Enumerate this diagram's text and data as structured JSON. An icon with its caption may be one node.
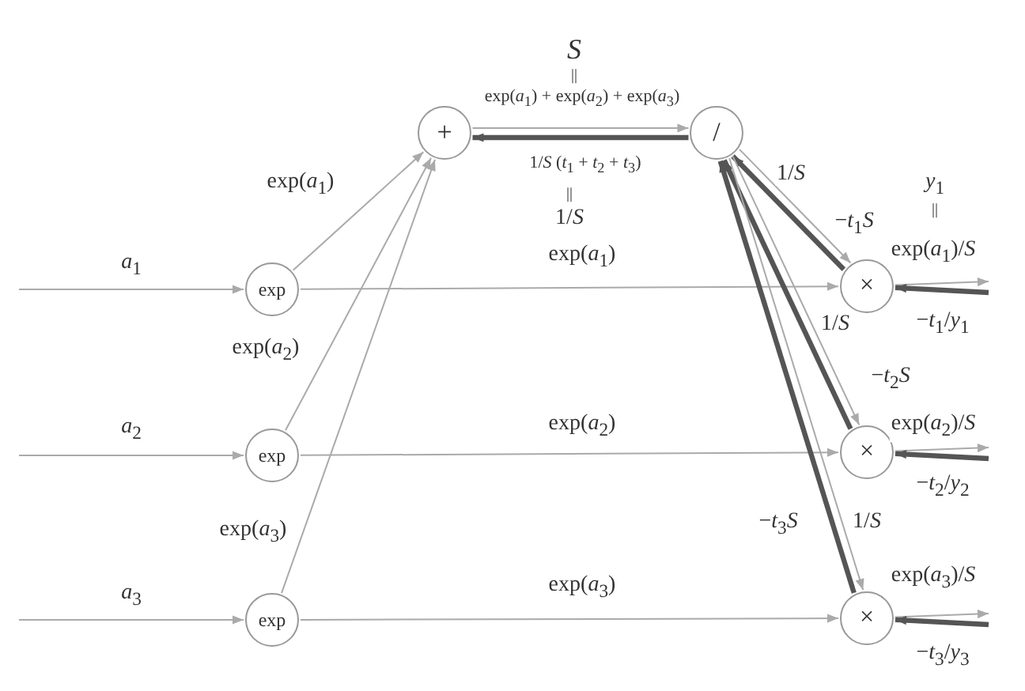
{
  "diagram": {
    "nodes": [
      {
        "text": [
          "exp"
        ]
      },
      {
        "text": [
          "exp"
        ]
      },
      {
        "text": [
          "exp"
        ]
      },
      {
        "text": [
          "+"
        ]
      },
      {
        "text": [
          "/"
        ]
      },
      {
        "text": [
          "×"
        ]
      },
      {
        "text": [
          "×"
        ]
      },
      {
        "text": [
          "×"
        ]
      }
    ],
    "edges": [
      {
        "from": null,
        "to": 0,
        "arrow": "to",
        "label": "*a*$_{1}$"
      },
      {
        "from": null,
        "to": 1,
        "arrow": "to",
        "label": "*a*$_{2}$"
      },
      {
        "from": null,
        "to": 2,
        "arrow": "to",
        "label": "*a*$_{3}$"
      },
      {
        "from": 0,
        "to": 3,
        "arrow": "to",
        "label": "exp(*a*$_{1}$)"
      },
      {
        "from": 1,
        "to": 3,
        "arrow": "to",
        "label": "exp(*a*$_{2}$)"
      },
      {
        "from": 2,
        "to": 3,
        "arrow": "to",
        "label": "exp(*a*$_{3}$)"
      },
      {
        "from": 0,
        "to": 5,
        "arrow": "to",
        "label": "exp(*a*$_{1}$)"
      },
      {
        "from": 1,
        "to": 6,
        "arrow": "to",
        "label": "exp(*a*$_{2}$)"
      },
      {
        "from": 2,
        "to": 7,
        "arrow": "to",
        "label": "exp(*a*$_{3}$)"
      },
      {
        "from": 3,
        "to": 4,
        "arrow": "to",
        "label": "exp(*a*$_{1}$) + exp(*a*$_{2}$) + exp(*a*$_{3}$)"
      },
      {
        "from": 4,
        "to": 3,
        "arrow": "to",
        "label": "1/*S* (*t*$_{1}$ + *t*$_{2}$ + *t*$_{3}$)",
        "style": "thick",
        "color": "#555555"
      },
      {
        "from": 4,
        "to": 5,
        "arrow": "to",
        "label": "1/*S*"
      },
      {
        "from": 5,
        "to": 4,
        "arrow": "to",
        "label": "−*t*$_{1}$*S*",
        "style": "thick",
        "color": "#555555"
      },
      {
        "from": 4,
        "to": 6,
        "arrow": "to",
        "label": "1/*S*"
      },
      {
        "from": 6,
        "to": 4,
        "arrow": "to",
        "label": "−*t*$_{2}$*S*",
        "style": "thick",
        "color": "#555555"
      },
      {
        "from": 4,
        "to": 7,
        "arrow": "to",
        "label": "1/*S*"
      },
      {
        "from": 7,
        "to": 4,
        "arrow": "to",
        "label": "−*t*$_{3}$*S*",
        "style": "thick",
        "color": "#555555"
      },
      {
        "from": 5,
        "to": null,
        "arrow": "to",
        "label": "exp(*a*$_{1}$)/*S*"
      },
      {
        "from": null,
        "to": 5,
        "arrow": "to",
        "label": "−*t*$_{1}$/*y*$_{1}$",
        "style": "thick",
        "color": "#555555"
      },
      {
        "from": 6,
        "to": null,
        "arrow": "to",
        "label": "exp(*a*$_{2}$)/*S*"
      },
      {
        "from": null,
        "to": 6,
        "arrow": "to",
        "label": "−*t*$_{2}$/*y*$_{2}$",
        "style": "thick",
        "color": "#555555"
      },
      {
        "from": 7,
        "to": null,
        "arrow": "to",
        "label": "exp(*a*$_{3}$)/*S*"
      },
      {
        "from": null,
        "to": 7,
        "arrow": "to",
        "label": "−*t*$_{3}$/*y*$_{3}$",
        "style": "thick",
        "color": "#555555"
      }
    ],
    "labels": [
      "*S*",
      "||",
      "||",
      "1/*S*",
      "*y*$_{1}$",
      "||"
    ]
  }
}
